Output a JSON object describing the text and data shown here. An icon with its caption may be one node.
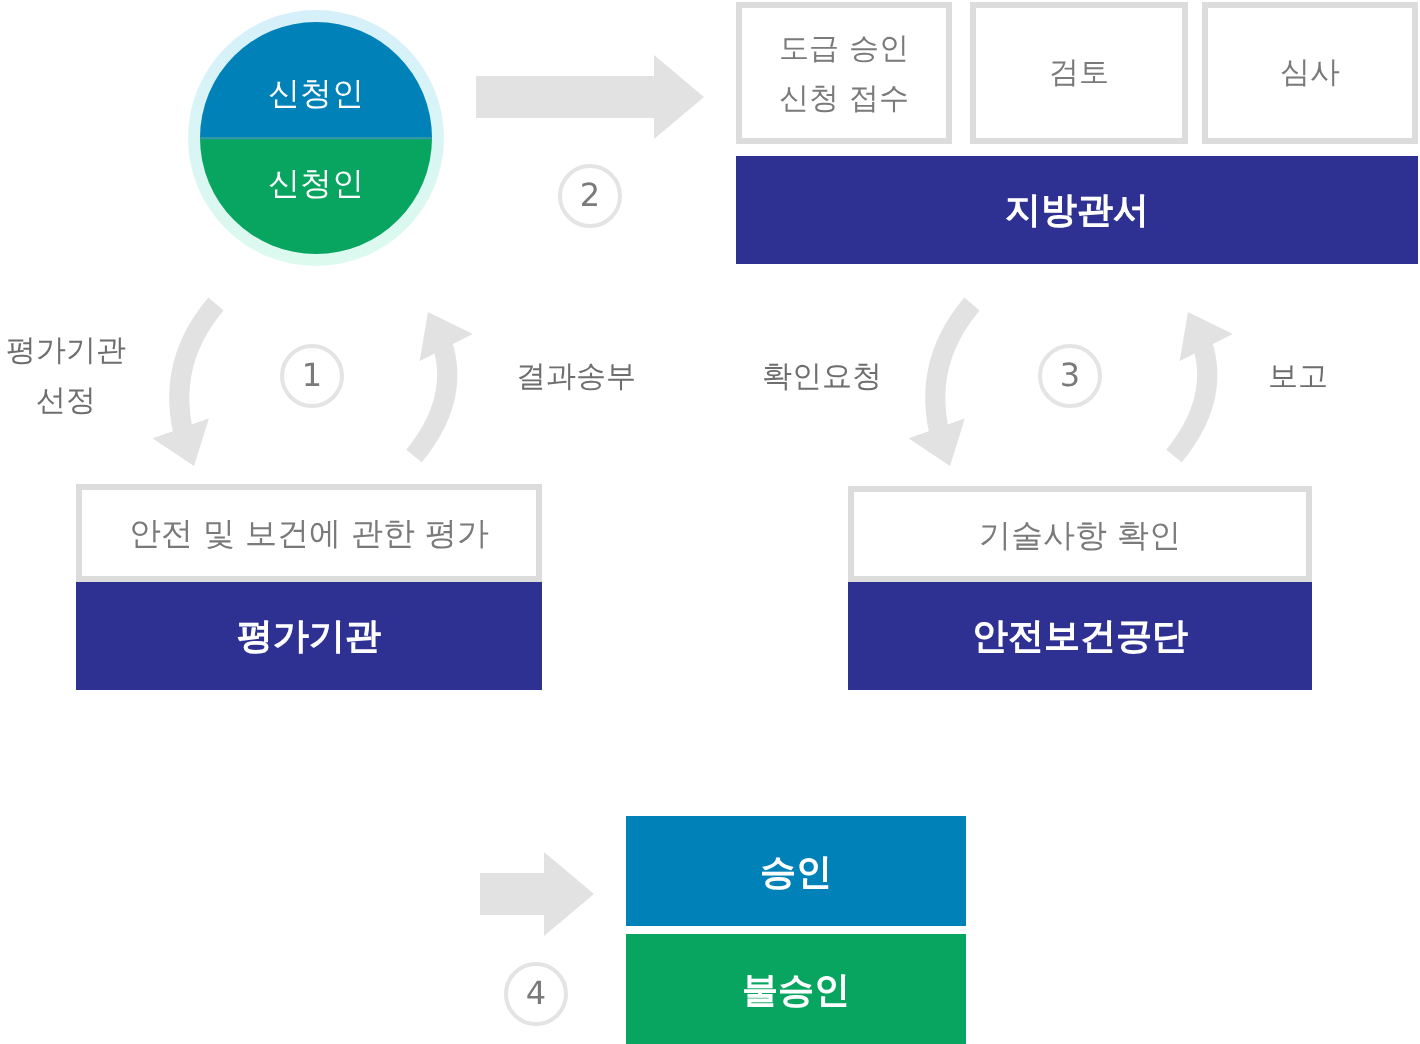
{
  "diagram": {
    "nodes": [
      {
        "text": [
          "신청인",
          "신청인"
        ]
      },
      {
        "text": [
          "도급 승인 신청 접수"
        ]
      },
      {
        "text": [
          "검토"
        ]
      },
      {
        "text": [
          "심사"
        ]
      },
      {
        "text": [
          "지방관서"
        ]
      },
      {
        "text": [
          "안전 및 보건에 관한 평가"
        ]
      },
      {
        "text": [
          "평가기관"
        ]
      },
      {
        "text": [
          "기술사항 확인"
        ]
      },
      {
        "text": [
          "안전보건공단"
        ]
      },
      {
        "text": [
          "승인"
        ]
      },
      {
        "text": [
          "불승인"
        ]
      }
    ],
    "edges": [
      {
        "from": 0,
        "to": 1,
        "arrow": "to",
        "style": "thick"
      },
      {
        "from": 0,
        "to": 5,
        "arrow": "to",
        "label": "평가기관 선정"
      },
      {
        "from": 5,
        "to": 0,
        "arrow": "to",
        "label": "결과송부"
      },
      {
        "from": 4,
        "to": 7,
        "arrow": "to",
        "label": "확인요청"
      },
      {
        "from": 7,
        "to": 4,
        "arrow": "to",
        "label": "보고"
      },
      {
        "from": null,
        "to": 9,
        "arrow": "to",
        "style": "thick"
      }
    ],
    "labels": [
      "2",
      "1",
      "3",
      "4"
    ]
  }
}
